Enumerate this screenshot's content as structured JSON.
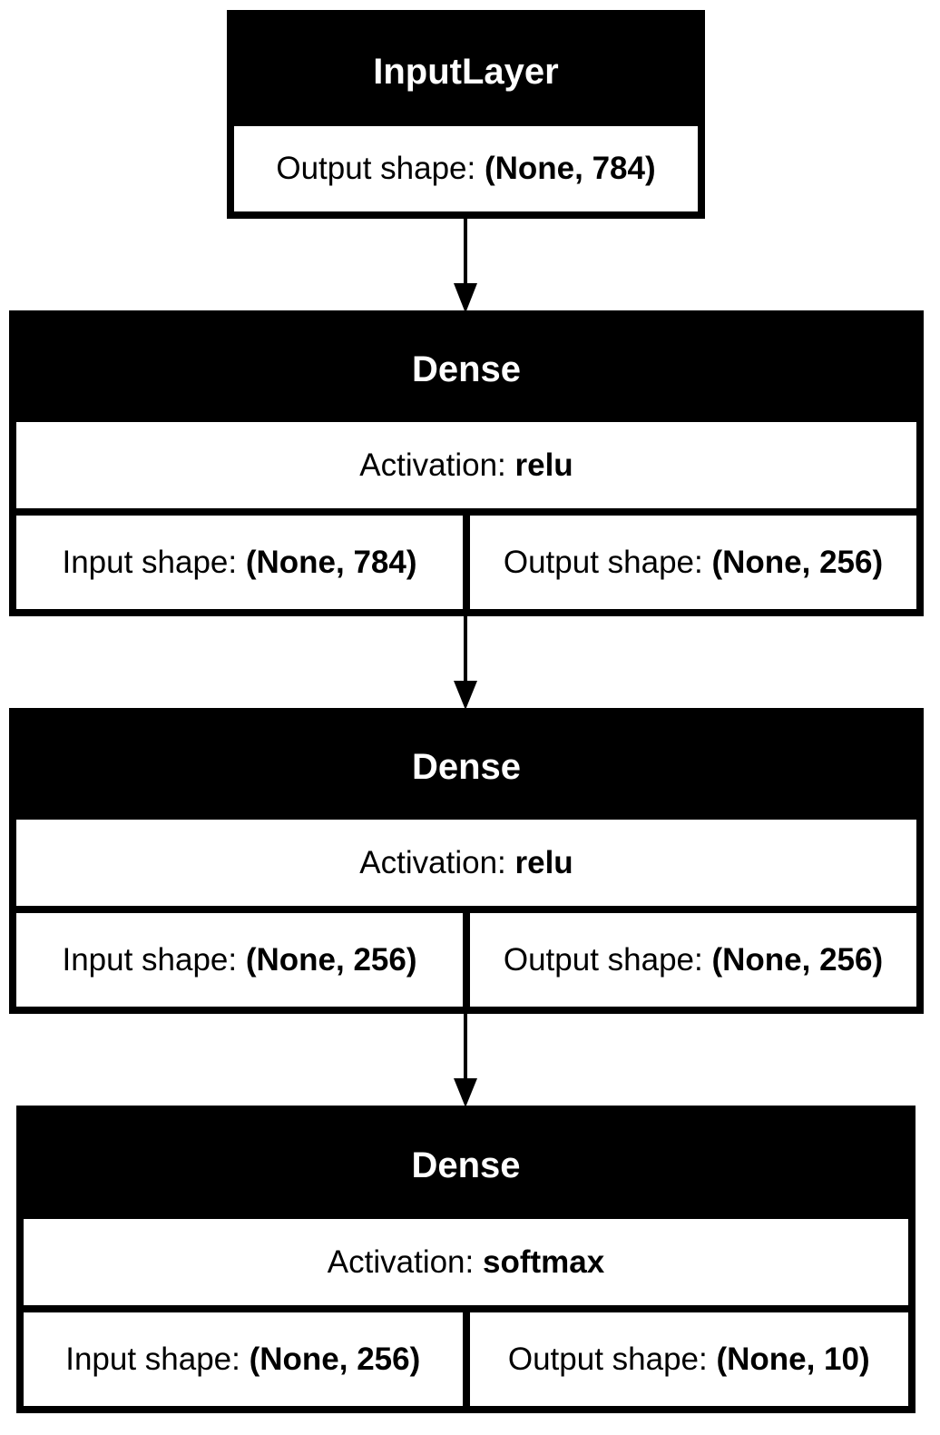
{
  "diagram": {
    "nodes": [
      {
        "id": "input",
        "title": "InputLayer",
        "output_label": "Output shape: ",
        "output_value": "(None, 784)"
      },
      {
        "id": "dense1",
        "title": "Dense",
        "activation_label": "Activation: ",
        "activation_value": "relu",
        "input_label": "Input shape: ",
        "input_value": "(None, 784)",
        "output_label": "Output shape: ",
        "output_value": "(None, 256)"
      },
      {
        "id": "dense2",
        "title": "Dense",
        "activation_label": "Activation: ",
        "activation_value": "relu",
        "input_label": "Input shape: ",
        "input_value": "(None, 256)",
        "output_label": "Output shape: ",
        "output_value": "(None, 256)"
      },
      {
        "id": "dense3",
        "title": "Dense",
        "activation_label": "Activation: ",
        "activation_value": "softmax",
        "input_label": "Input shape: ",
        "input_value": "(None, 256)",
        "output_label": "Output shape: ",
        "output_value": "(None, 10)"
      }
    ],
    "edges": [
      {
        "from": "input",
        "to": "dense1"
      },
      {
        "from": "dense1",
        "to": "dense2"
      },
      {
        "from": "dense2",
        "to": "dense3"
      }
    ]
  }
}
